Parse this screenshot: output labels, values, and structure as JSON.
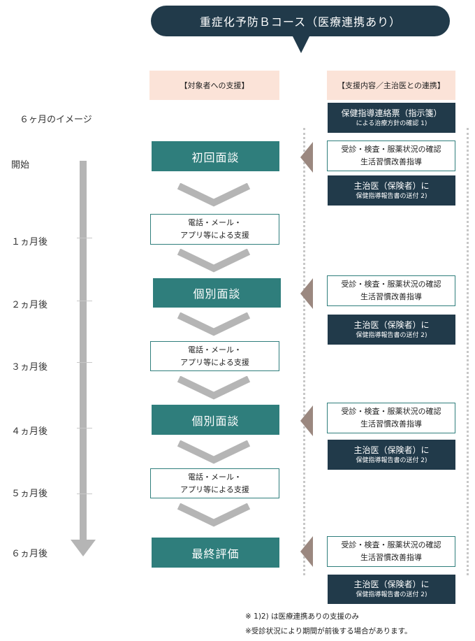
{
  "title": "重症化予防Ｂコース（医療連携あり）",
  "columns": {
    "left": "【対象者への支援】",
    "right": "【支援内容／主治医との連携】"
  },
  "image_label": "６ヶ月のイメージ",
  "months": [
    "開始",
    "１ヵ月後",
    "２ヵ月後",
    "３ヵ月後",
    "４ヵ月後",
    "５ヵ月後",
    "６ヵ月後"
  ],
  "sessions": [
    "初回面談",
    "個別面談",
    "個別面談",
    "最終評価"
  ],
  "support": {
    "line1": "電話・メール・",
    "line2": "アプリ等による支援"
  },
  "intro_box": {
    "line1": "保健指導連絡票（指示箋）",
    "line2": "による治療方針の確認 1)"
  },
  "checkup_box": {
    "line1": "受診・検査・服薬状況の確認",
    "line2": "生活習慣改善指導"
  },
  "report_box": {
    "line1": "主治医（保険者）に",
    "line2": "保健指導報告書の送付 2)"
  },
  "notes": [
    "※ 1)2) は医療連携ありの支援のみ",
    "※受診状況により期間が前後する場合があります。"
  ],
  "colors": {
    "navy": "#213a4a",
    "teal": "#2f7e7c",
    "header_bg": "#fbe3d8",
    "timeline": "#b5b5b5",
    "pointer": "#9b8880"
  }
}
